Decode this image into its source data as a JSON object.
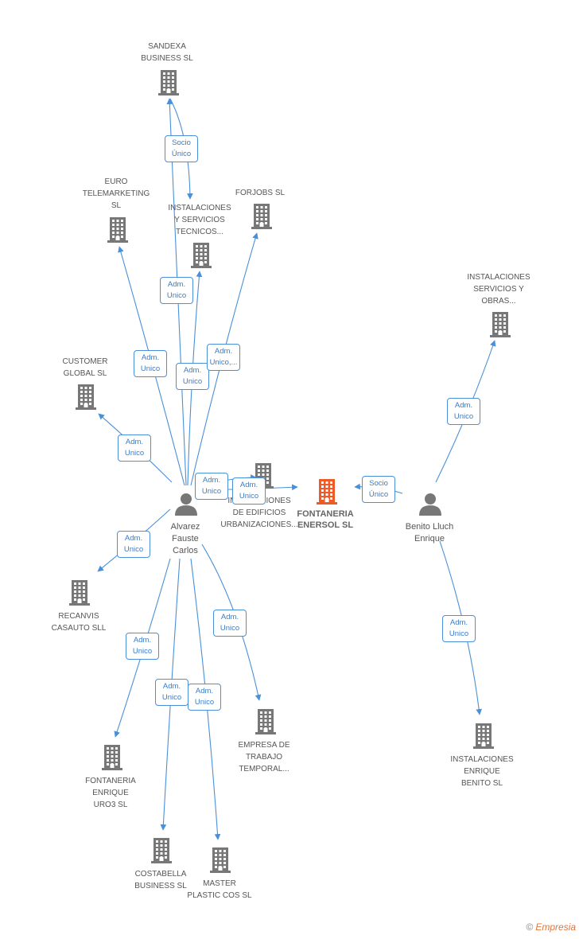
{
  "colors": {
    "edge": "#4a90d9",
    "company": "#777777",
    "main_company": "#f05a28",
    "person": "#777777"
  },
  "nodes": [
    {
      "id": "sandexa",
      "type": "company",
      "label": "SANDEXA\nBUSINESS SL"
    },
    {
      "id": "euro",
      "type": "company",
      "label": "EURO\nTELEMARKETING\nSL"
    },
    {
      "id": "instec",
      "type": "company",
      "label": "INSTALACIONES\nY SERVICIOS\nTECNICOS..."
    },
    {
      "id": "forjobs",
      "type": "company",
      "label": "FORJOBS SL"
    },
    {
      "id": "customer",
      "type": "company",
      "label": "CUSTOMER\nGLOBAL  SL"
    },
    {
      "id": "instedif",
      "type": "company",
      "label": "INSTALACIONES\nDE EDIFICIOS\nURBANIZACIONES..."
    },
    {
      "id": "fontaneria",
      "type": "main",
      "label": "FONTANERIA\nENERSOL SL"
    },
    {
      "id": "instobras",
      "type": "company",
      "label": "INSTALACIONES\nSERVICIOS Y\nOBRAS..."
    },
    {
      "id": "alvarez",
      "type": "person",
      "label": "Alvarez\nFauste\nCarlos"
    },
    {
      "id": "benito",
      "type": "person",
      "label": "Benito Lluch\nEnrique"
    },
    {
      "id": "recanvis",
      "type": "company",
      "label": "RECANVIS\nCASAUTO SLL"
    },
    {
      "id": "empresa",
      "type": "company",
      "label": "EMPRESA DE\nTRABAJO\nTEMPORAL..."
    },
    {
      "id": "fonturo",
      "type": "company",
      "label": "FONTANERIA\nENRIQUE\nURO3 SL"
    },
    {
      "id": "costabella",
      "type": "company",
      "label": "COSTABELLA\nBUSINESS SL"
    },
    {
      "id": "master",
      "type": "company",
      "label": "MASTER\nPLASTIC COS SL"
    },
    {
      "id": "instenrique",
      "type": "company",
      "label": "INSTALACIONES\nENRIQUE\nBENITO SL"
    }
  ],
  "edges": [
    {
      "from": "alvarez",
      "to": "sandexa",
      "label": "Adm.\nUnico"
    },
    {
      "from": "sandexa",
      "to": "instec",
      "label": "Socio\nÚnico"
    },
    {
      "from": "alvarez",
      "to": "euro",
      "label": "Adm.\nUnico"
    },
    {
      "from": "alvarez",
      "to": "instec",
      "label": "Adm.\nUnico"
    },
    {
      "from": "alvarez",
      "to": "forjobs",
      "label": "Adm.\nUnico,..."
    },
    {
      "from": "alvarez",
      "to": "customer",
      "label": "Adm.\nUnico"
    },
    {
      "from": "alvarez",
      "to": "instedif",
      "label": "Adm.\nUnico"
    },
    {
      "from": "alvarez",
      "to": "fontaneria",
      "label": "Adm.\nUnico"
    },
    {
      "from": "benito",
      "to": "fontaneria",
      "label": "Socio\nÚnico"
    },
    {
      "from": "benito",
      "to": "instobras",
      "label": "Adm.\nUnico"
    },
    {
      "from": "alvarez",
      "to": "recanvis",
      "label": "Adm.\nUnico"
    },
    {
      "from": "alvarez",
      "to": "empresa",
      "label": "Adm.\nUnico"
    },
    {
      "from": "alvarez",
      "to": "fonturo",
      "label": "Adm.\nUnico"
    },
    {
      "from": "alvarez",
      "to": "costabella",
      "label": "Adm.\nUnico"
    },
    {
      "from": "alvarez",
      "to": "master",
      "label": "Adm.\nUnico"
    },
    {
      "from": "benito",
      "to": "instenrique",
      "label": "Adm.\nUnico"
    }
  ],
  "credit": {
    "copyright": "©",
    "brand": "Empresia"
  }
}
